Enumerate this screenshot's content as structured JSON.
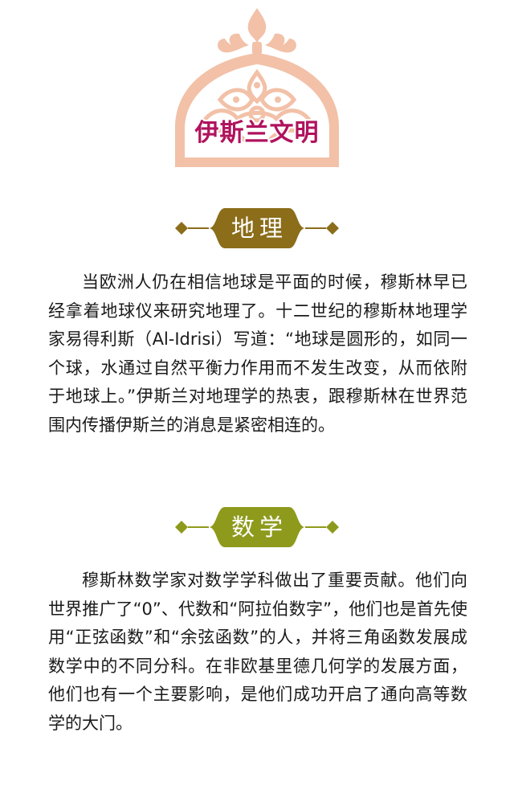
{
  "header": {
    "title": "伊斯兰文明",
    "title_color": "#b0135d",
    "dome_color": "#f2c1a8",
    "dome_accent": "#e9a98a"
  },
  "sections": [
    {
      "heading": "地理",
      "banner_color": "#8b6d1a",
      "body": "当欧洲人仍在相信地球是平面的时候，穆斯林早已经拿着地球仪来研究地理了。十二世纪的穆斯林地理学家易得利斯（Al-Idrisi）写道：“地球是圆形的，如同一个球，水通过自然平衡力作用而不发生改变，从而依附于地球上。”伊斯兰对地理学的热衷，跟穆斯林在世界范围内传播伊斯兰的消息是紧密相连的。"
    },
    {
      "heading": "数学",
      "banner_color": "#8e9a1c",
      "body": "穆斯林数学家对数学学科做出了重要贡献。他们向世界推广了“0”、代数和“阿拉伯数字”，他们也是首先使用“正弦函数”和“余弦函数”的人，并将三角函数发展成数学中的不同分科。在非欧基里德几何学的发展方面，他们也有一个主要影响，是他们成功开启了通向高等数学的大门。"
    }
  ]
}
